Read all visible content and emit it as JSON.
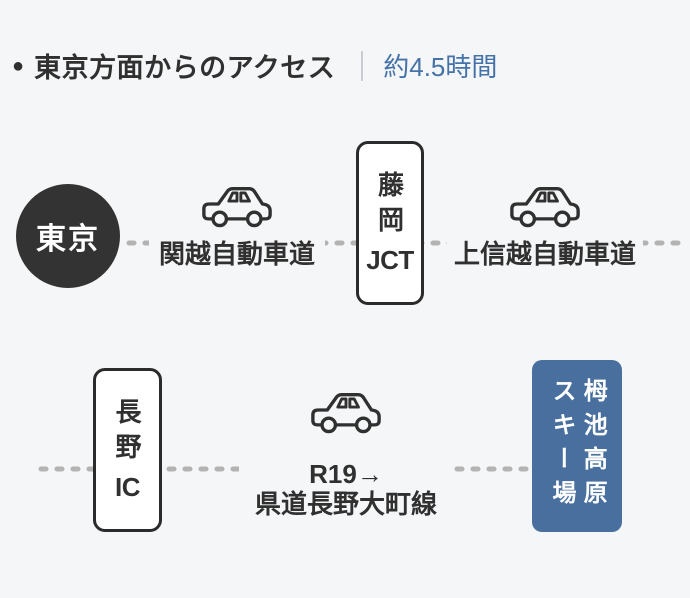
{
  "colors": {
    "bg": "#f5f6f7",
    "dark": "#303030",
    "circle": "#333333",
    "border": "#2b2b2b",
    "blue_text": "#4573a8",
    "blue_box": "#486f9d",
    "dash": "#b3b3b3",
    "divider": "#c9ccd1"
  },
  "header": {
    "bullet": "●",
    "title": "東京方面からのアクセス",
    "duration": "約4.5時間"
  },
  "route": {
    "origin": {
      "label": "東京"
    },
    "row1": {
      "leg1": {
        "icon": "car-icon",
        "road": "関越自動車道"
      },
      "waypoint": {
        "name": "藤岡",
        "type": "JCT"
      },
      "leg2": {
        "icon": "car-icon",
        "road": "上信越自動車道"
      }
    },
    "row2": {
      "waypoint": {
        "name": "長野",
        "type": "IC"
      },
      "leg": {
        "icon": "car-icon",
        "road_line1": "R19→",
        "road_line2": "県道長野大町線"
      },
      "destination": {
        "name_col1": "栂池高原",
        "name_col2": "スキー場"
      }
    }
  }
}
